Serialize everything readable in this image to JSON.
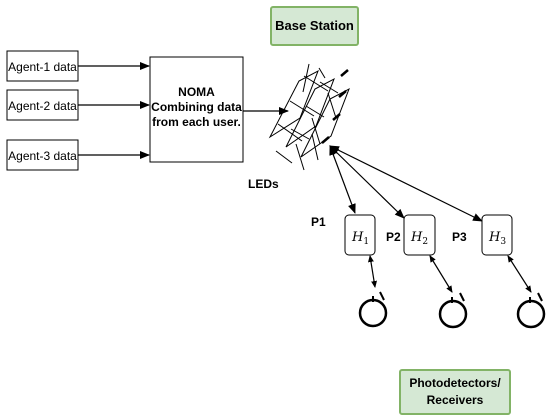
{
  "base_station": {
    "label": "Base Station"
  },
  "agents": [
    {
      "label": "Agent-1 data"
    },
    {
      "label": "Agent-2 data"
    },
    {
      "label": "Agent-3 data"
    }
  ],
  "noma": {
    "line1": "NOMA",
    "line2": "Combining data",
    "line3": "from each user."
  },
  "leds": {
    "label": "LEDs"
  },
  "paths": [
    {
      "label": "P1"
    },
    {
      "label": "P2"
    },
    {
      "label": "P3"
    }
  ],
  "channels": [
    {
      "symbol": "H",
      "sub": "1"
    },
    {
      "symbol": "H",
      "sub": "2"
    },
    {
      "symbol": "H",
      "sub": "3"
    }
  ],
  "receivers": {
    "line1": "Photodetectors/",
    "line2": "Receivers"
  },
  "colors": {
    "green_fill": "#d5e8d4",
    "green_stroke": "#82b366",
    "ink": "#000000"
  }
}
